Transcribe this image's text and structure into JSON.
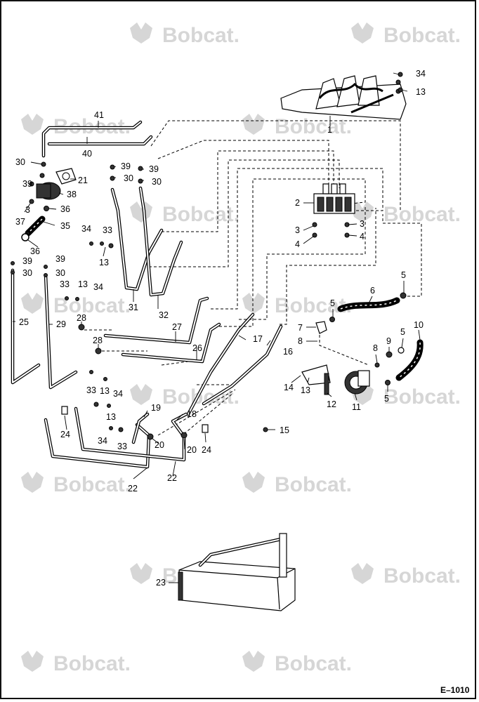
{
  "watermark": {
    "brand": "Bobcat.",
    "color": "#d6d6d6"
  },
  "figure_id": "E–1010",
  "callouts": {
    "c1": "1",
    "c2": "2",
    "c3a": "3",
    "c3b": "3",
    "c3c": "3",
    "c4a": "4",
    "c4b": "4",
    "c5a": "5",
    "c5b": "5",
    "c5c": "5",
    "c5d": "5",
    "c6": "6",
    "c7": "7",
    "c8a": "8",
    "c8b": "8",
    "c9a": "9",
    "c9b": "9",
    "c10": "10",
    "c11": "11",
    "c12": "12",
    "c13a": "13",
    "c13b": "13",
    "c13c": "13",
    "c13d": "13",
    "c13e": "13",
    "c13f": "13",
    "c14": "14",
    "c15": "15",
    "c16": "16",
    "c17": "17",
    "c18": "18",
    "c19": "19",
    "c20a": "20",
    "c20b": "20",
    "c21": "21",
    "c22a": "22",
    "c22b": "22",
    "c23": "23",
    "c24a": "24",
    "c24b": "24",
    "c25": "25",
    "c26": "26",
    "c27": "27",
    "c28a": "28",
    "c28b": "28",
    "c29": "29",
    "c30a": "30",
    "c30b": "30",
    "c30c": "30",
    "c30d": "30",
    "c30e": "30",
    "c31": "31",
    "c32": "32",
    "c33a": "33",
    "c33b": "33",
    "c33c": "33",
    "c33d": "33",
    "c34a": "34",
    "c34b": "34",
    "c34c": "34",
    "c34d": "34",
    "c34e": "34",
    "c35": "35",
    "c36a": "36",
    "c36b": "36",
    "c37": "37",
    "c38": "38",
    "c39a": "39",
    "c39b": "39",
    "c39c": "39",
    "c39d": "39",
    "c39e": "39",
    "c40": "40",
    "c41": "41"
  }
}
